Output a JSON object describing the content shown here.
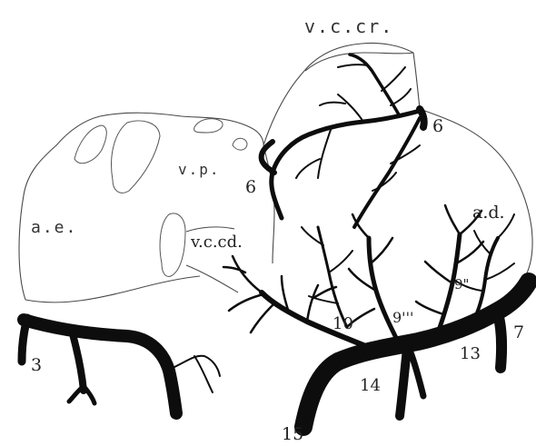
{
  "labels": {
    "vccr": "v.c.cr.",
    "vp": "v.p.",
    "six_left": "6",
    "six_right": "6",
    "ae": "a.e.",
    "vccd": "v.c.cd.",
    "ad": "a.d.",
    "nine_2": "9\"",
    "nine_3": "9'''",
    "ten": "10",
    "three": "3",
    "seven": "7",
    "thirteen": "13",
    "fourteen": "14",
    "fifteen": "15"
  }
}
